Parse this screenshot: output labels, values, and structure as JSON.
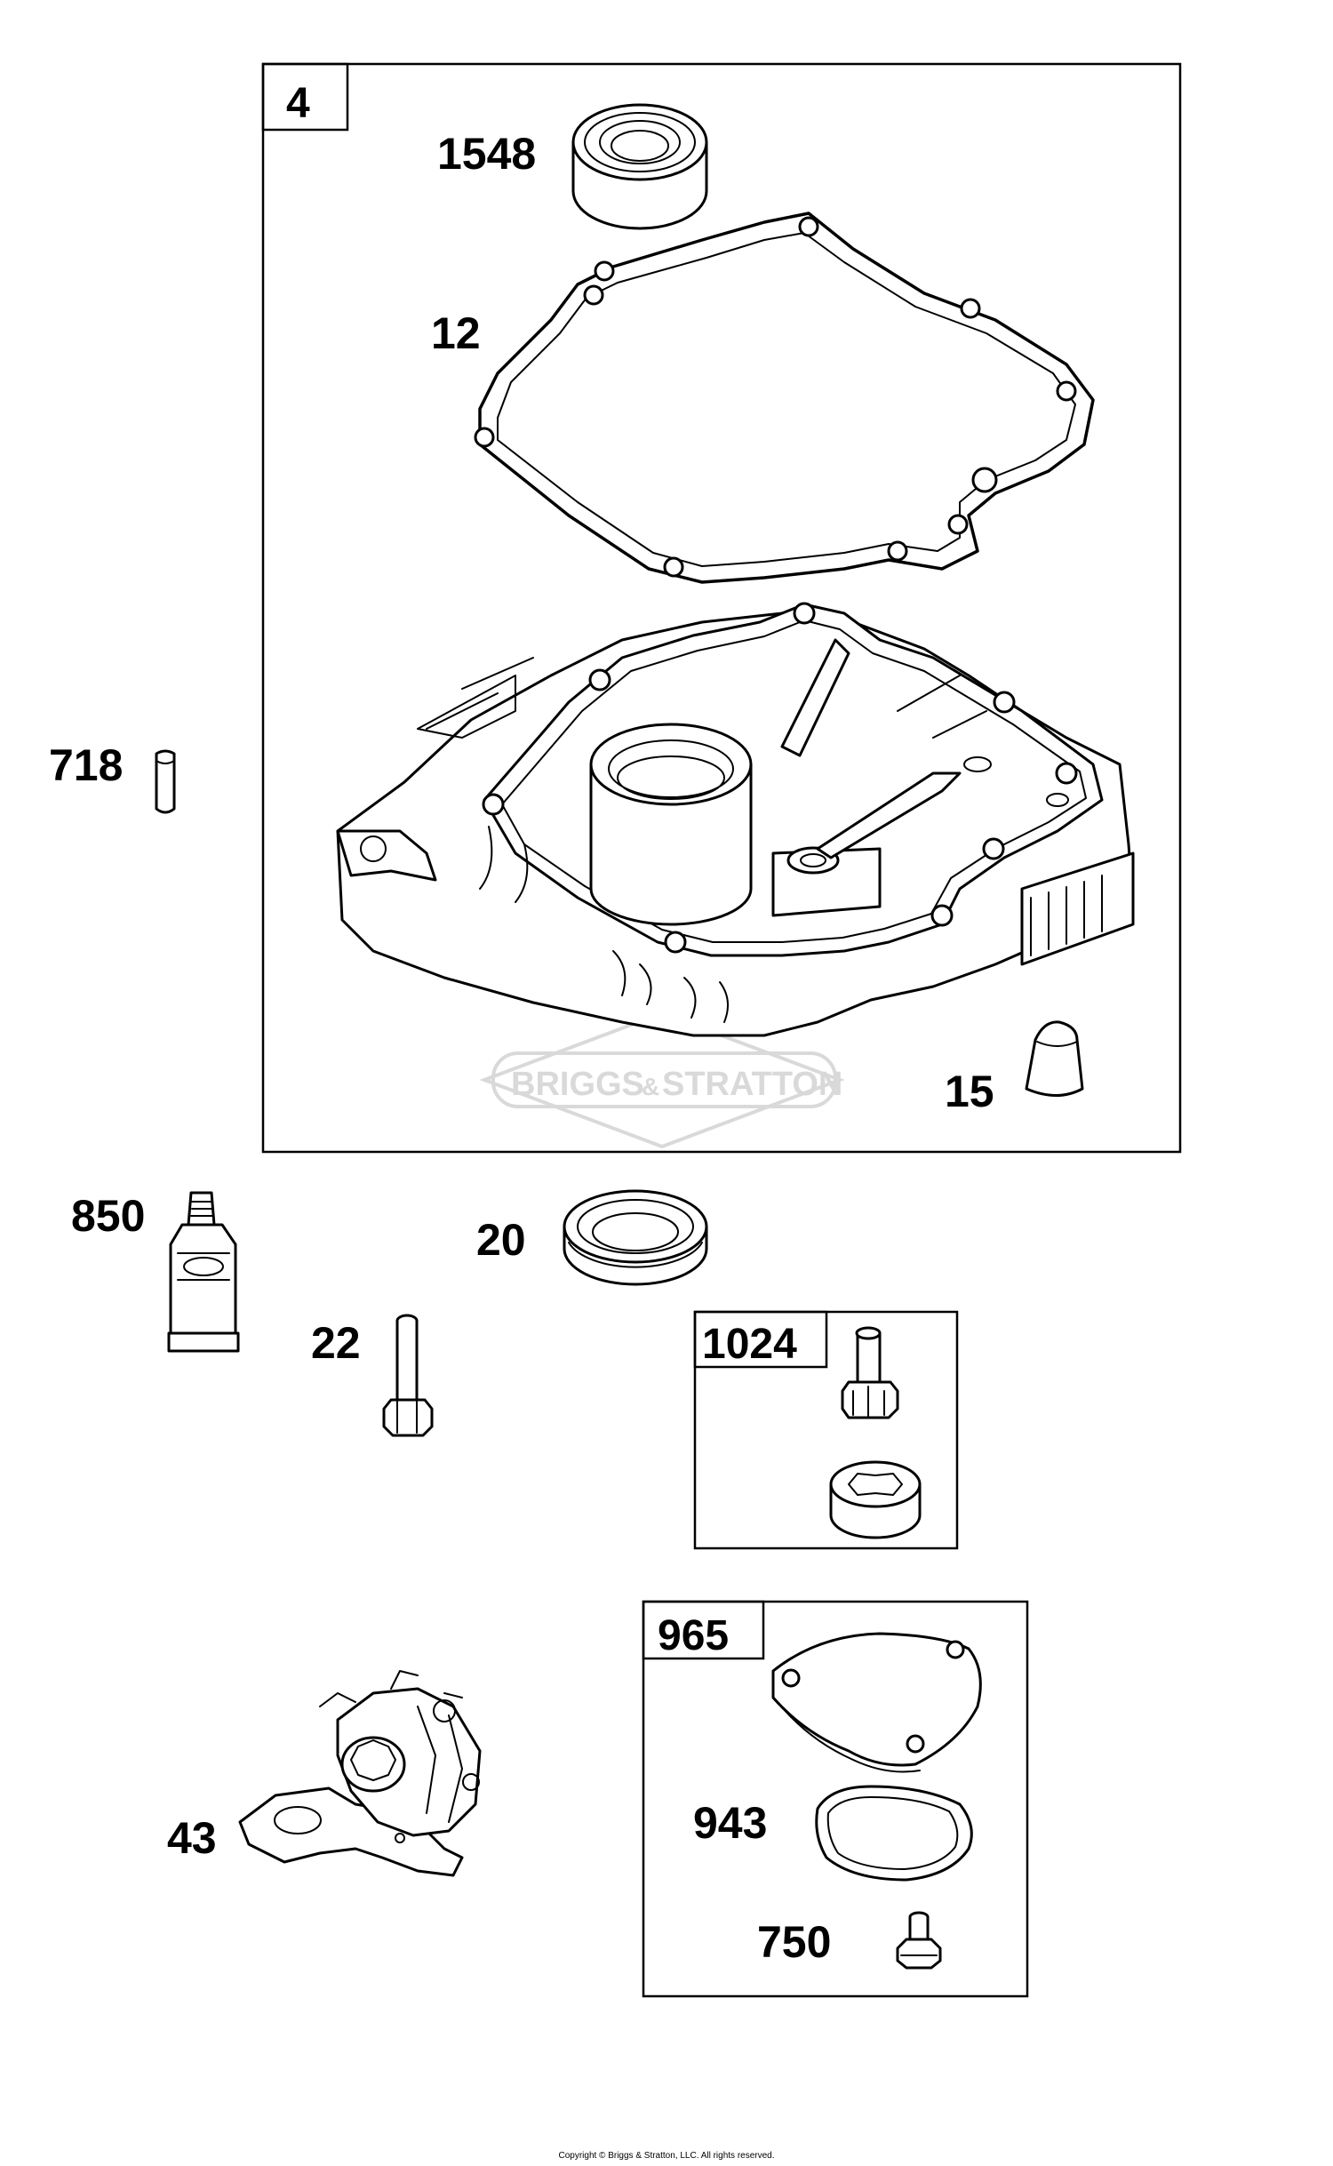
{
  "labels": {
    "kit_4": "4",
    "bearing_1548": "1548",
    "gasket_12": "12",
    "dowel_718": "718",
    "cap_15": "15",
    "sealant_850": "850",
    "seal_20": "20",
    "bolt_22": "22",
    "kit_1024": "1024",
    "kit_965": "965",
    "oring_943": "943",
    "screw_750": "750",
    "governor_43": "43"
  },
  "watermark": {
    "brand_left": "BRIGGS",
    "brand_amp": "&",
    "brand_right": "STRATTON"
  },
  "footer": {
    "copyright": "Copyright © Briggs & Stratton, LLC. All rights reserved."
  }
}
